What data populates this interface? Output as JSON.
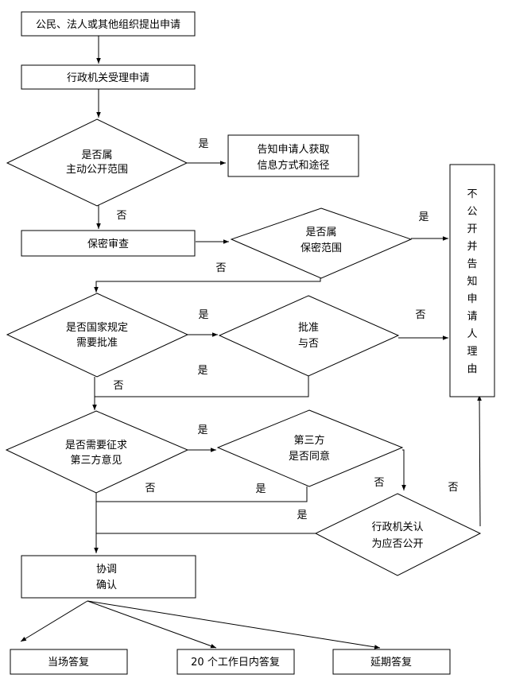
{
  "nodes": {
    "apply": "公民、法人或其他组织提出申请",
    "accept": "行政机关受理申请",
    "d_active": [
      "是否属",
      "主动公开范围"
    ],
    "inform_method": [
      "告知申请人获取",
      "信息方式和途径"
    ],
    "secrecy_review": "保密审查",
    "d_secret": [
      "是否属",
      "保密范围"
    ],
    "no_disclose": [
      "不",
      "公",
      "开",
      "并",
      "告",
      "知",
      "申",
      "请",
      "人",
      "理",
      "由"
    ],
    "d_state_rule": [
      "是否国家规定",
      "需要批准"
    ],
    "d_approve": [
      "批准",
      "与否"
    ],
    "d_third": [
      "是否需要征求",
      "第三方意见"
    ],
    "d_third_agree": [
      "第三方",
      "是否同意"
    ],
    "d_agency": [
      "行政机关认",
      "为应否公开"
    ],
    "coordinate": [
      "协调",
      "确认"
    ],
    "reply_spot": "当场答复",
    "reply_20": "20 个工作日内答复",
    "reply_delay": "延期答复"
  },
  "edge_labels": {
    "yes": "是",
    "no": "否"
  }
}
